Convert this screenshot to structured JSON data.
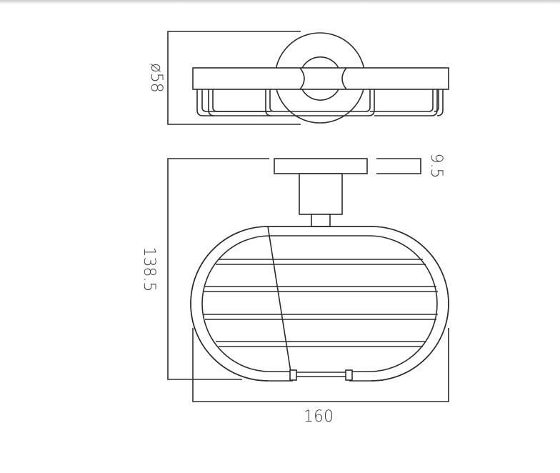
{
  "diagram": {
    "subject": "Wall-mounted soap basket technical drawing",
    "views": [
      "top-view",
      "front-view"
    ],
    "dimensions": {
      "diameter": "ø58",
      "plate_thickness": "9.5",
      "height": "138.5",
      "width": "160"
    },
    "colors": {
      "line": "#2b2b2b",
      "text": "#3a3a3a",
      "background": "#ffffff"
    }
  }
}
